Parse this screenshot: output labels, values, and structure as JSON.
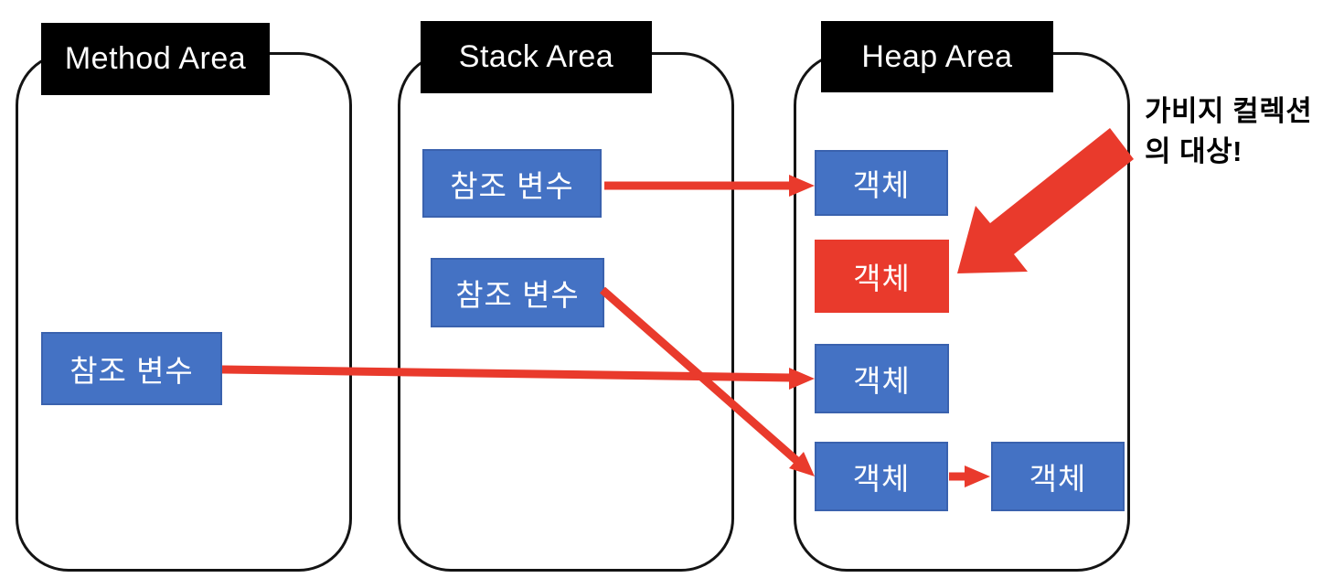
{
  "diagram": {
    "title": "JVM memory areas and garbage collection target",
    "background_color": "#ffffff",
    "colors": {
      "node_blue": "#4472C4",
      "node_red": "#E93A2C",
      "arrow_red": "#E93A2C",
      "header_bg": "#000000",
      "header_text": "#ffffff",
      "node_text": "#ffffff",
      "container_outline": "#141414",
      "annotation_text": "#000000"
    },
    "areas": [
      {
        "id": "method",
        "title": "Method Area"
      },
      {
        "id": "stack",
        "title": "Stack Area"
      },
      {
        "id": "heap",
        "title": "Heap Area"
      }
    ],
    "nodes": [
      {
        "id": "method-ref",
        "area": "method",
        "label": "참조 변수",
        "variant": "blue"
      },
      {
        "id": "stack-ref-1",
        "area": "stack",
        "label": "참조 변수",
        "variant": "blue"
      },
      {
        "id": "stack-ref-2",
        "area": "stack",
        "label": "참조 변수",
        "variant": "blue"
      },
      {
        "id": "heap-obj-1",
        "area": "heap",
        "label": "객체",
        "variant": "blue"
      },
      {
        "id": "heap-obj-2",
        "area": "heap",
        "label": "객체",
        "variant": "red"
      },
      {
        "id": "heap-obj-3",
        "area": "heap",
        "label": "객체",
        "variant": "blue"
      },
      {
        "id": "heap-obj-4",
        "area": "heap",
        "label": "객체",
        "variant": "blue"
      },
      {
        "id": "heap-obj-5",
        "area": "heap",
        "label": "객체",
        "variant": "blue"
      }
    ],
    "edges": [
      {
        "from": "stack-ref-1",
        "to": "heap-obj-1",
        "style": "line-arrow"
      },
      {
        "from": "method-ref",
        "to": "heap-obj-3",
        "style": "line-arrow"
      },
      {
        "from": "stack-ref-2",
        "to": "heap-obj-4",
        "style": "line-arrow"
      },
      {
        "from": "heap-obj-4",
        "to": "heap-obj-5",
        "style": "line-arrow"
      },
      {
        "from": "annotation",
        "to": "heap-obj-2",
        "style": "block-arrow"
      }
    ],
    "annotation": {
      "line1": "가비지 컬렉션",
      "line2": "의 대상!"
    }
  }
}
